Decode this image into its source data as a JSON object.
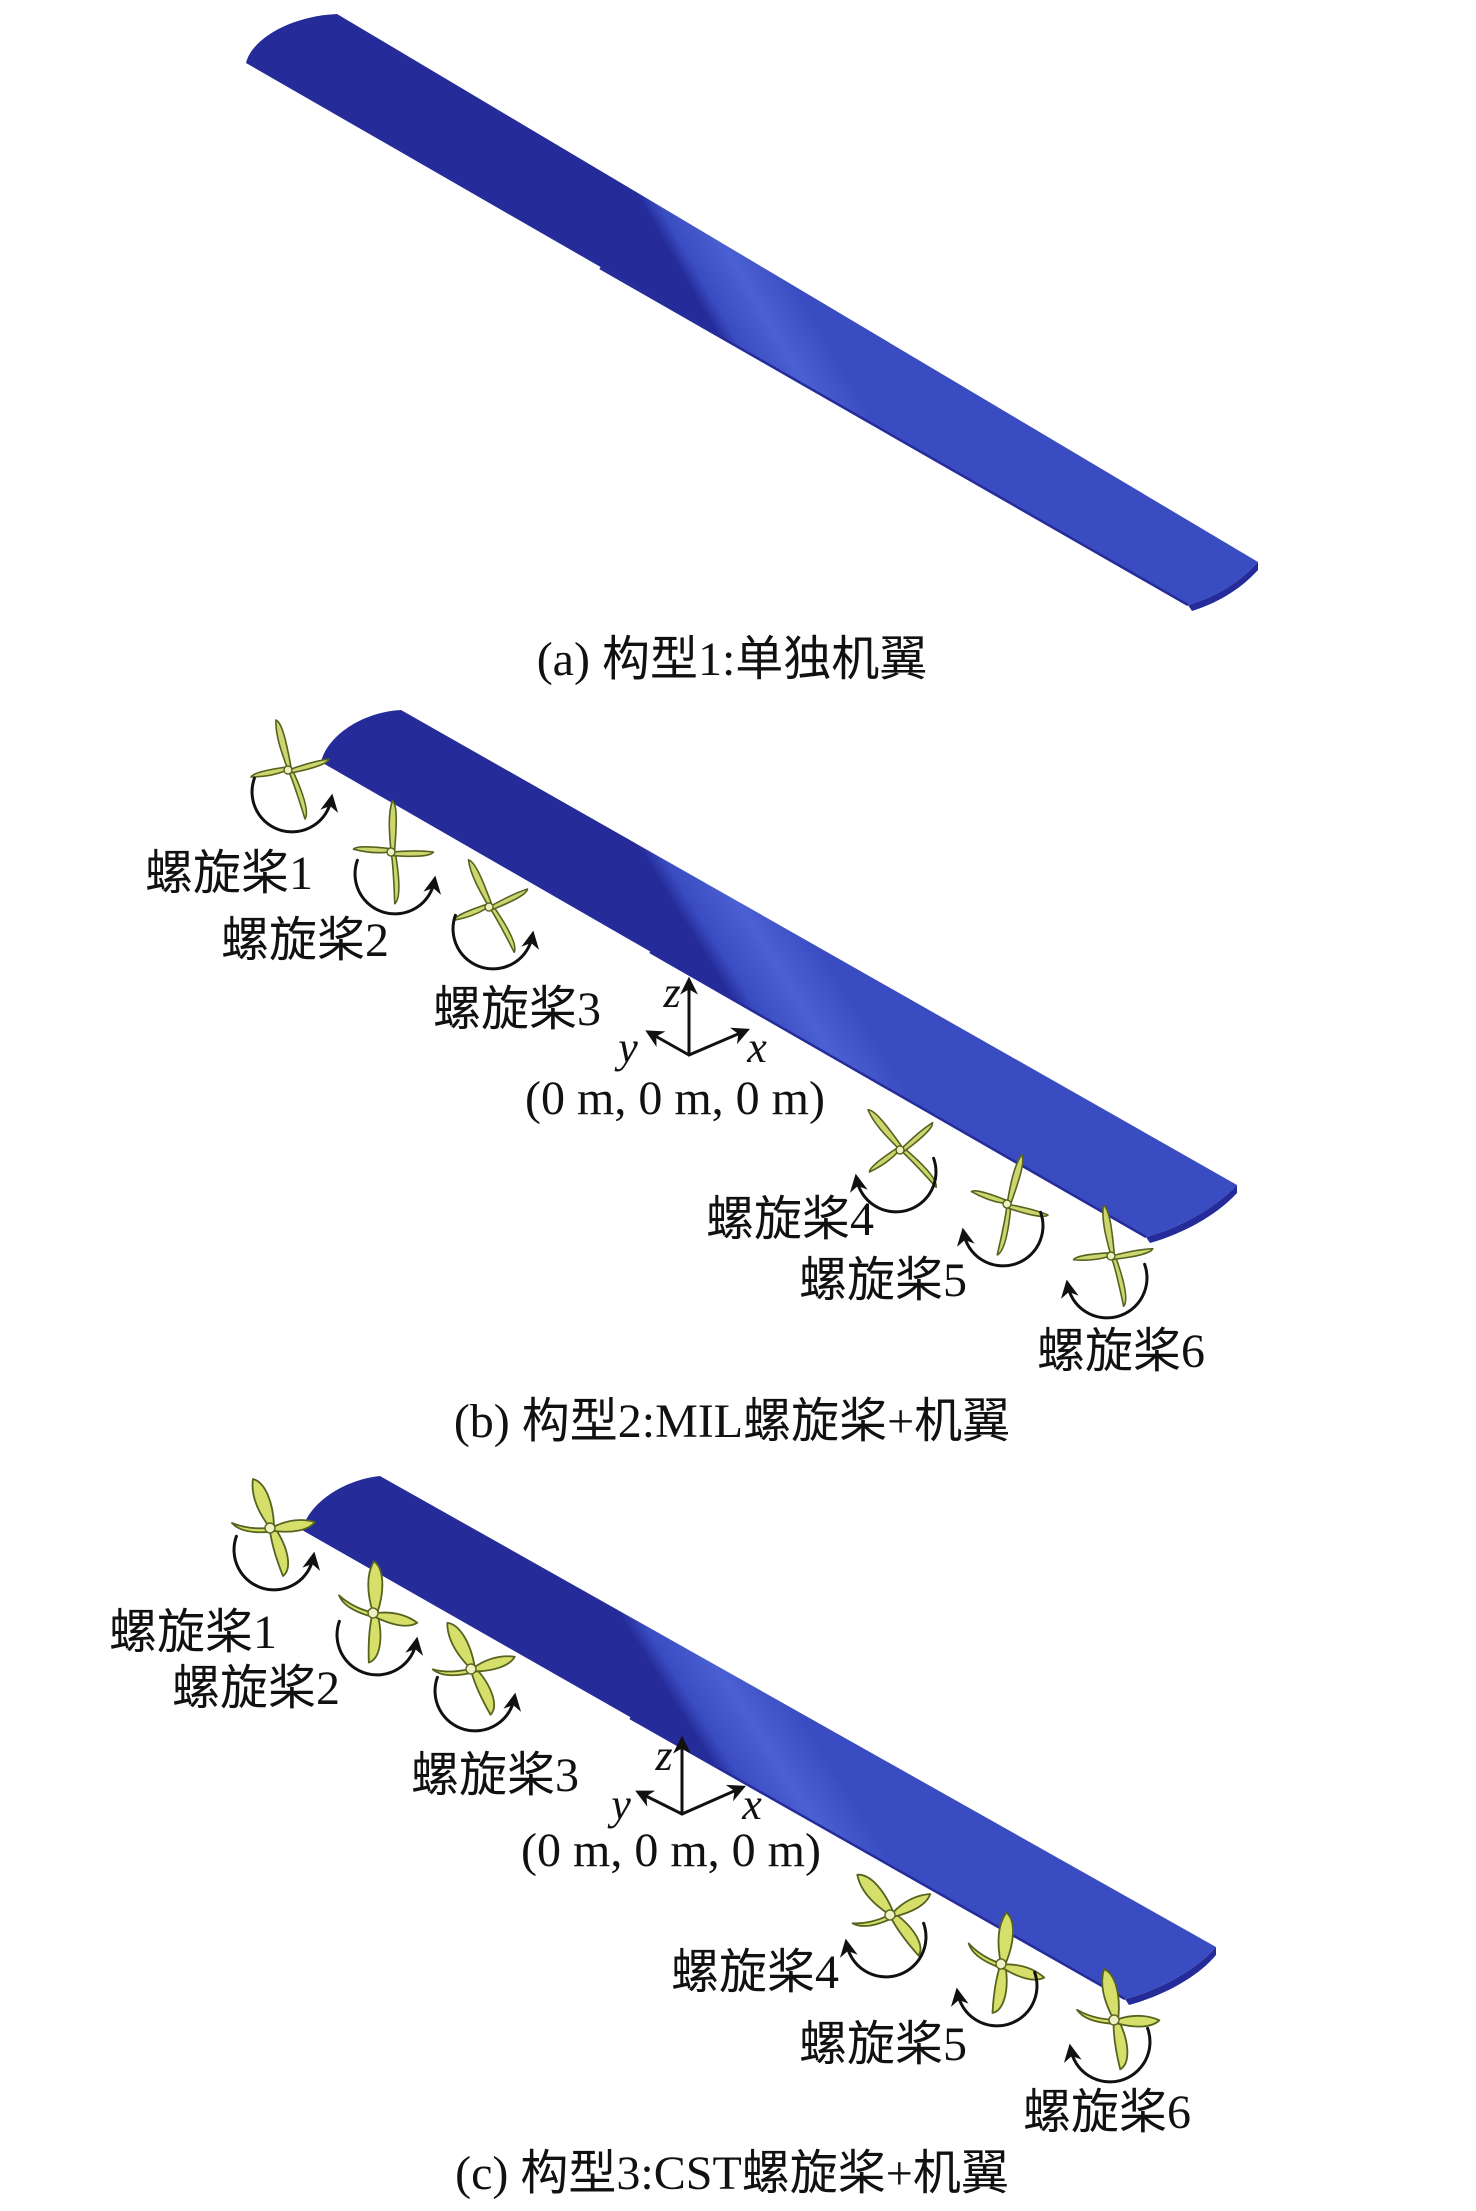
{
  "figure": {
    "panel_a": {
      "caption": "(a) 构型1:单独机翼"
    },
    "panel_b": {
      "caption": "(b) 构型2:MIL螺旋桨+机翼",
      "propellers": [
        "螺旋桨1",
        "螺旋桨2",
        "螺旋桨3",
        "螺旋桨4",
        "螺旋桨5",
        "螺旋桨6"
      ],
      "axes": {
        "x": "x",
        "y": "y",
        "z": "z",
        "origin": "(0 m, 0 m, 0 m)"
      }
    },
    "panel_c": {
      "caption": "(c) 构型3:CST螺旋桨+机翼",
      "propellers": [
        "螺旋桨1",
        "螺旋桨2",
        "螺旋桨3",
        "螺旋桨4",
        "螺旋桨5",
        "螺旋桨6"
      ],
      "axes": {
        "x": "x",
        "y": "y",
        "z": "z",
        "origin": "(0 m, 0 m, 0 m)"
      }
    }
  },
  "colors": {
    "wing": "#3a4cc1",
    "wing_highlight": "#4b60d3",
    "wing_edge": "#252c9a",
    "propeller_mil": "#ccd56e",
    "propeller_cst": "#d7df6b",
    "propeller_outline": "#56631f",
    "arrow": "#111111"
  }
}
